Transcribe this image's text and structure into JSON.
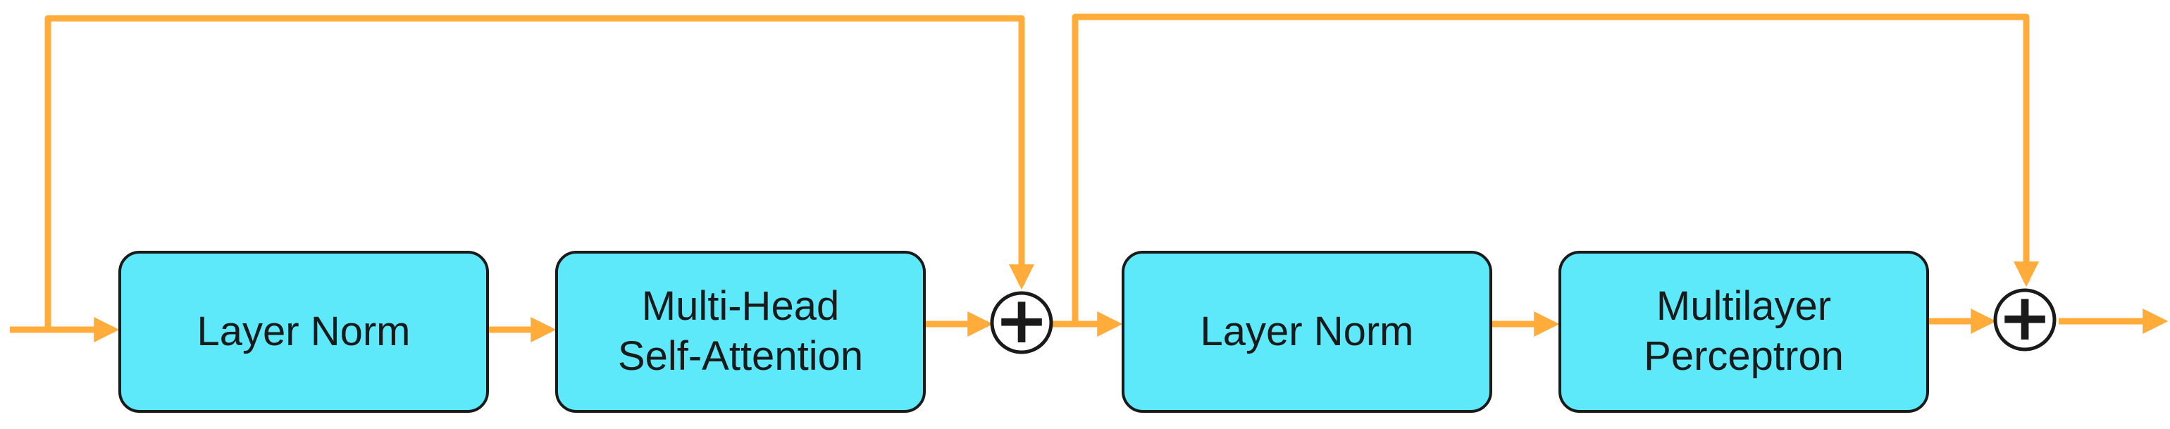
{
  "colors": {
    "arrow": "#ffac3a",
    "block_fill": "#5ee9fb",
    "block_border": "#1a1a1a"
  },
  "blocks": {
    "layer_norm_1": {
      "lines": [
        "Layer Norm"
      ]
    },
    "mhsa": {
      "lines": [
        "Multi-Head",
        "Self-Attention"
      ]
    },
    "layer_norm_2": {
      "lines": [
        "Layer Norm"
      ]
    },
    "mlp": {
      "lines": [
        "Multilayer",
        "Perceptron"
      ]
    }
  },
  "operators": {
    "add_symbol": "+"
  }
}
